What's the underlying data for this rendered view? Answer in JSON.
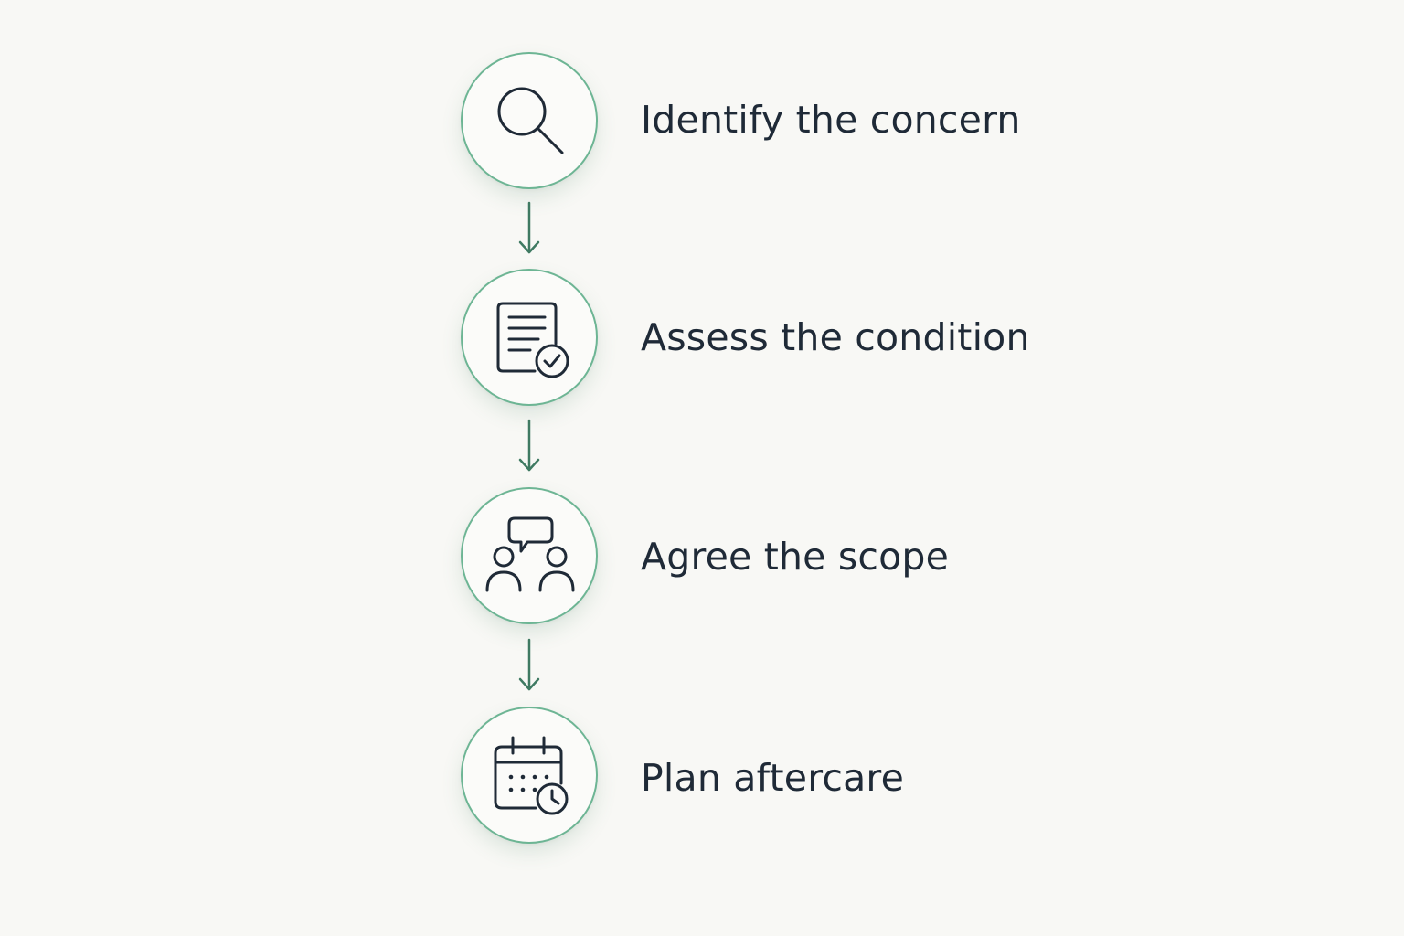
{
  "colors": {
    "background": "#f8f8f5",
    "circle_border": "#6db594",
    "arrow": "#3f7a62",
    "icon_stroke": "#1f2a37",
    "label_text": "#1f2a37"
  },
  "steps": [
    {
      "label": "Identify the concern",
      "icon": "magnifying-glass-icon"
    },
    {
      "label": "Assess the condition",
      "icon": "document-check-icon"
    },
    {
      "label": "Agree the scope",
      "icon": "people-conversation-icon"
    },
    {
      "label": "Plan aftercare",
      "icon": "calendar-clock-icon"
    }
  ]
}
